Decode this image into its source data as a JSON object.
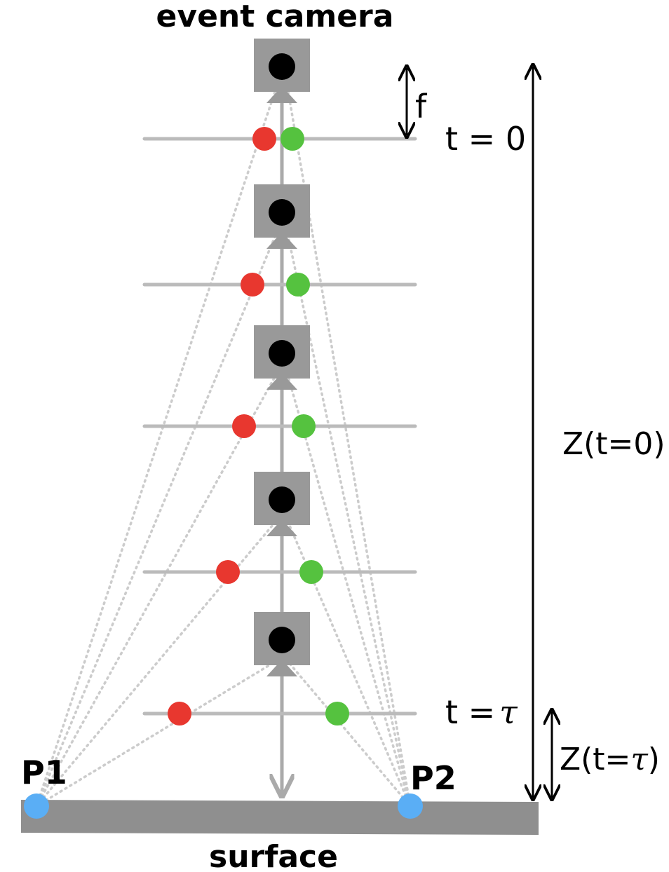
{
  "labels": {
    "title": "event camera",
    "surface": "surface",
    "p1": "P1",
    "p2": "P2",
    "f": "f",
    "t0": "t = 0",
    "t_tau_prefix": "t =",
    "tau": "τ",
    "z0": "Z(t=0)",
    "ztau_prefix": "Z(t=",
    "ztau_suffix": ")"
  },
  "colors": {
    "camera": "#999999",
    "lens": "#000000",
    "axis": "#aaaaaa",
    "image_plane": "#bbbbbb",
    "ray": "#cccccc",
    "surface": "#8f8f8f",
    "p1_projection": "#e8372f",
    "p2_projection": "#55c23f",
    "scene_point": "#5aaef5",
    "dimension": "#000000"
  },
  "icons": {
    "camera": "camera-icon",
    "scene_point": "blue-dot"
  }
}
